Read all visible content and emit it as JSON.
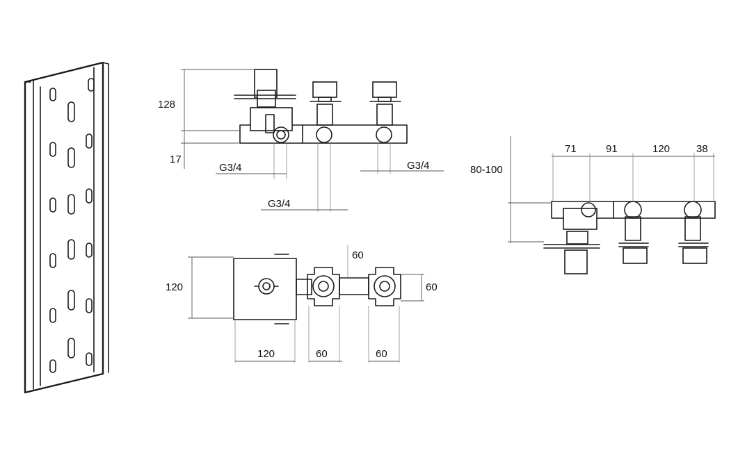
{
  "side_view": {
    "dim_height": "128",
    "dim_base": "17",
    "thread_left": "G3/4",
    "thread_mid": "G3/4",
    "thread_right": "G3/4"
  },
  "front_view": {
    "dim_left_total": "71",
    "dim_gap1": "91",
    "dim_gap2": "120",
    "dim_right": "38",
    "dim_depth": "80-100"
  },
  "top_view": {
    "dim_box_height": "120",
    "dim_box_width": "120",
    "dim_valve1_width": "60",
    "dim_valve2_width": "60",
    "dim_spacing": "60",
    "dim_valve_height": "60"
  }
}
